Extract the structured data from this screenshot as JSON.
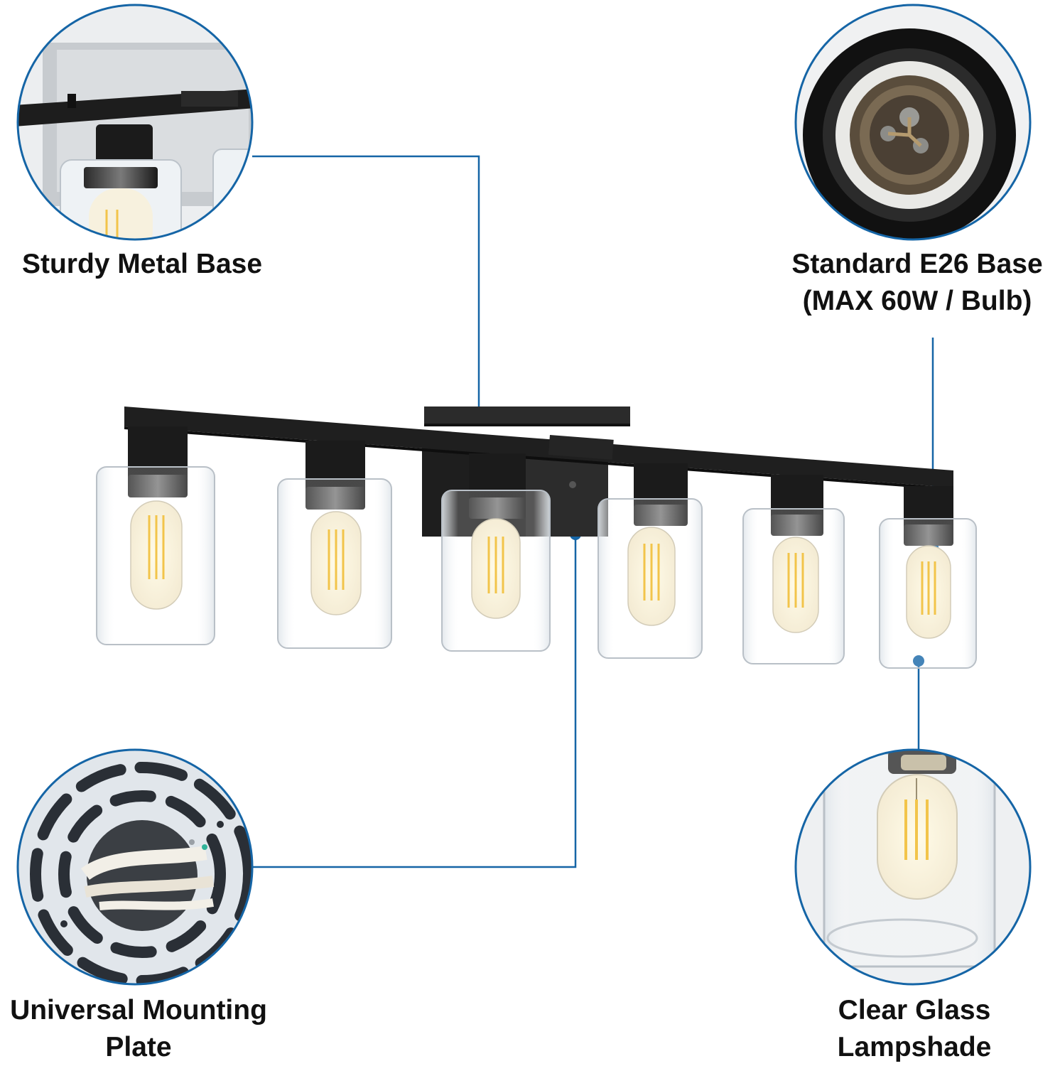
{
  "callouts": {
    "metal_base": {
      "lines": [
        "Sturdy Metal Base"
      ]
    },
    "e26_base": {
      "lines": [
        "Standard E26 Base",
        "(MAX 60W / Bulb)"
      ]
    },
    "mounting_plate": {
      "lines": [
        "Universal Mounting",
        "Plate"
      ]
    },
    "glass_shade": {
      "lines": [
        "Clear Glass",
        "Lampshade"
      ]
    }
  },
  "colors": {
    "leader_line": "#1565a6",
    "fixture_black": "#1b1b1b",
    "glass_edge": "#b9c0c7",
    "bulb_glow": "#f2c44a",
    "circle_border": "#1565a6"
  },
  "product": {
    "light_count": 6
  }
}
